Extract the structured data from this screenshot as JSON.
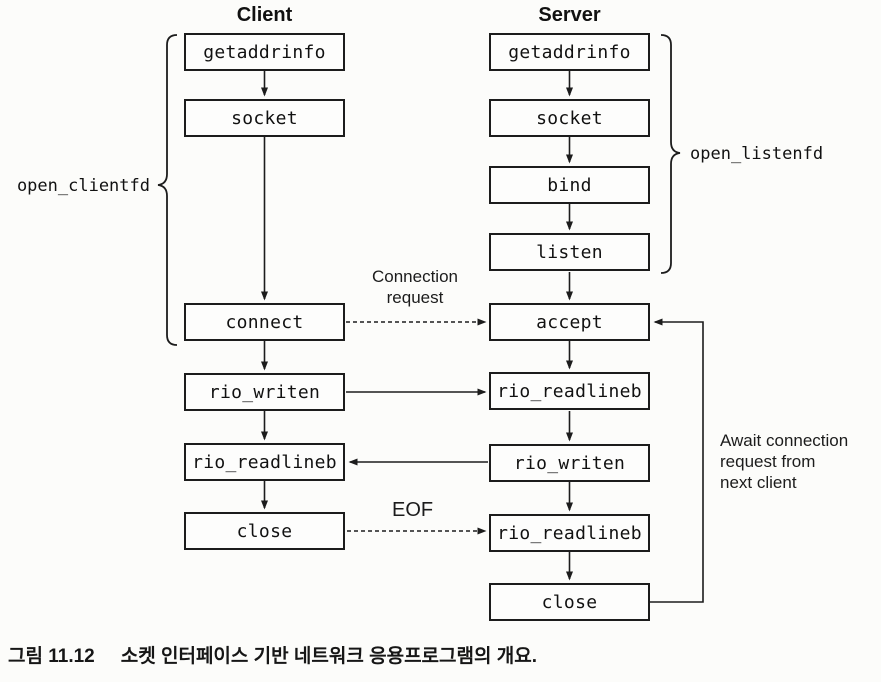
{
  "headers": {
    "client": "Client",
    "server": "Server"
  },
  "client_boxes": [
    {
      "label": "getaddrinfo"
    },
    {
      "label": "socket"
    },
    {
      "label": "connect"
    },
    {
      "label": "rio_writen"
    },
    {
      "label": "rio_readlineb"
    },
    {
      "label": "close"
    }
  ],
  "server_boxes": [
    {
      "label": "getaddrinfo"
    },
    {
      "label": "socket"
    },
    {
      "label": "bind"
    },
    {
      "label": "listen"
    },
    {
      "label": "accept"
    },
    {
      "label": "rio_readlineb"
    },
    {
      "label": "rio_writen"
    },
    {
      "label": "rio_readlineb"
    },
    {
      "label": "close"
    }
  ],
  "braces": {
    "client_label": "open_clientfd",
    "server_label": "open_listenfd"
  },
  "annotations": {
    "connection_request_lines": [
      "Connection",
      "request"
    ],
    "eof": "EOF",
    "await_lines": [
      "Await connection",
      "request from",
      "next client"
    ]
  },
  "caption": {
    "figure_number": "그림 11.12",
    "text": "소켓 인터페이스 기반 네트워크 응용프로그램의 개요."
  },
  "colors": {
    "ink": "#1c1c1c",
    "background": "#fcfcfa"
  }
}
